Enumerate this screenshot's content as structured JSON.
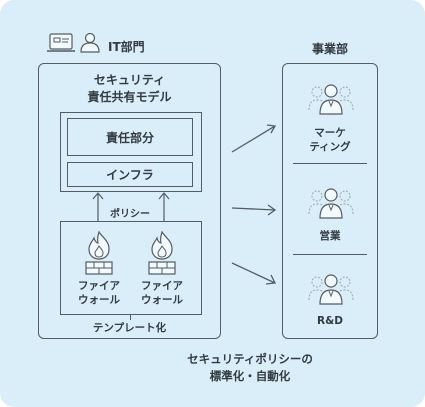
{
  "it": {
    "label": "IT部門",
    "model_title_line1": "セキュリティ",
    "model_title_line2": "責任共有モデル",
    "responsibility": "責任部分",
    "infra": "インフラ",
    "policy": "ポリシー",
    "firewall_line1": "ファイア",
    "firewall_line2": "ウォール",
    "template": "テンプレート化"
  },
  "business": {
    "label": "事業部",
    "departments": [
      {
        "line1": "マーケ",
        "line2": "ティング"
      },
      {
        "line1": "営業",
        "line2": ""
      },
      {
        "line1": "R&D",
        "line2": ""
      }
    ]
  },
  "caption_line1": "セキュリティポリシーの",
  "caption_line2": "標準化・自動化",
  "colors": {
    "background": "#daeef9",
    "stroke": "#555c63",
    "icon": "#a7b0b8"
  }
}
